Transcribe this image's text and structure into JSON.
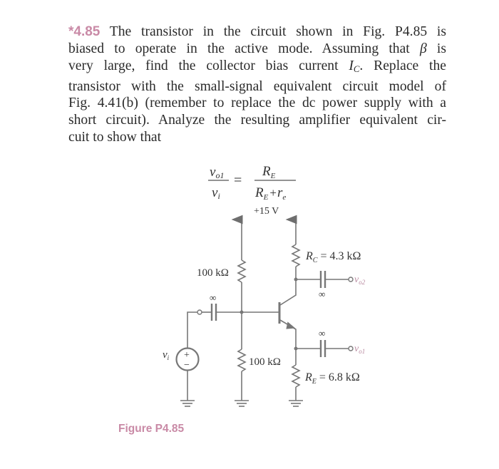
{
  "problem": {
    "number": "*4.85",
    "lines": [
      "The transistor in the circuit shown in Fig. P4.85 is",
      "biased to operate in the active mode. Assuming that",
      "is",
      "very large, find the collector bias current",
      ". Replace the",
      "transistor with the small-signal equivalent circuit model of",
      "Fig. 4.41(b) (remember to replace the dc power supply with a",
      "short circuit). Analyze the resulting amplifier equivalent cir-",
      "cuit to show that"
    ],
    "beta_symbol": "β",
    "ic_symbol": "I",
    "ic_sub": "C"
  },
  "equation": {
    "lhs_num": "v",
    "lhs_num_sub": "o1",
    "lhs_den": "v",
    "lhs_den_sub": "i",
    "equals": "=",
    "rhs_num": "R",
    "rhs_num_sub": "E",
    "rhs_den_a": "R",
    "rhs_den_a_sub": "E",
    "rhs_den_plus": "+",
    "rhs_den_b": "r",
    "rhs_den_b_sub": "e"
  },
  "circuit": {
    "supply_label": "+15 V",
    "r1_label": "100 kΩ",
    "r2_label": "100 kΩ",
    "rc_label": "R",
    "rc_sub": "C",
    "rc_value": " = 4.3 kΩ",
    "re_label": "R",
    "re_sub": "E",
    "re_value": " = 6.8 kΩ",
    "cap_in_label": "∞",
    "cap_c_label": "∞",
    "cap_e_label": "∞",
    "vo2_label": "v",
    "vo2_sub": "o2",
    "vo1_label": "v",
    "vo1_sub": "o1",
    "vi_label": "v",
    "vi_sub": "i",
    "source_plus": "+",
    "source_minus": "−",
    "colors": {
      "wire": "#7a7a7a",
      "accent": "#c98aa6",
      "output_label": "#b98aa0"
    }
  },
  "figure": {
    "caption": "Figure P4.85"
  }
}
